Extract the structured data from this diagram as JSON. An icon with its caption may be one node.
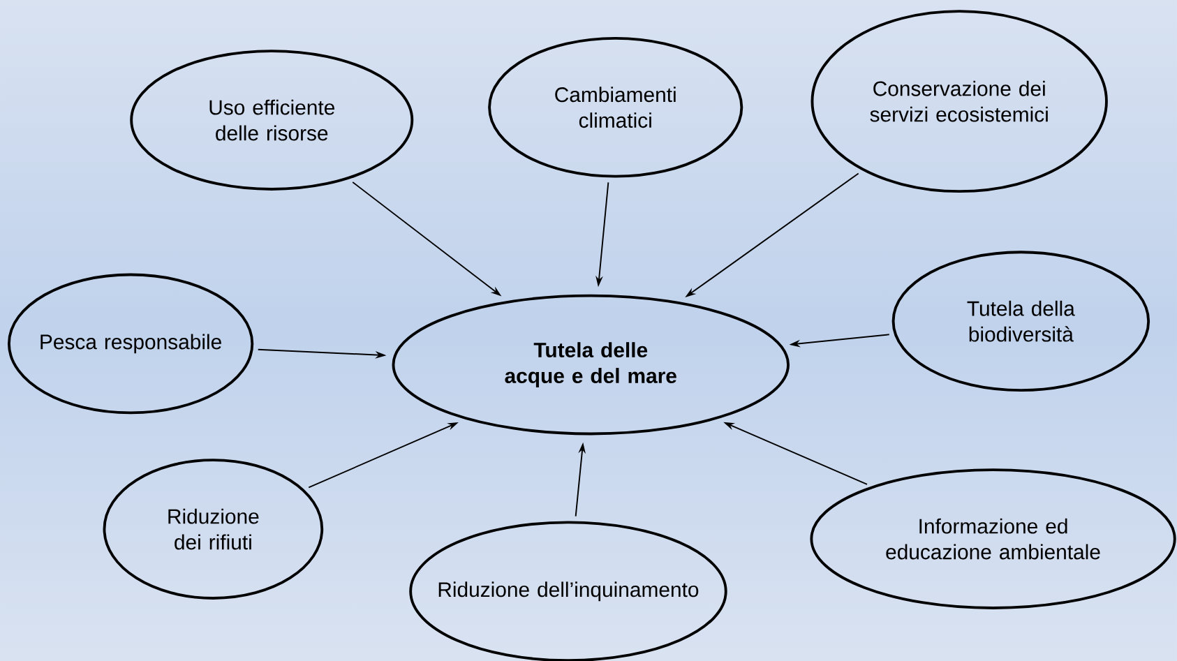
{
  "diagram": {
    "nodes": [
      {
        "text": [
          "Tutela delle acque e del mare"
        ]
      },
      {
        "text": [
          "Uso efficiente delle risorse"
        ]
      },
      {
        "text": [
          "Cambiamenti climatici"
        ]
      },
      {
        "text": [
          "Conservazione dei servizi ecosistemici"
        ]
      },
      {
        "text": [
          "Pesca responsabile"
        ]
      },
      {
        "text": [
          "Tutela della biodiversità"
        ]
      },
      {
        "text": [
          "Riduzione dei rifiuti"
        ]
      },
      {
        "text": [
          "Riduzione dell’inquinamento"
        ]
      },
      {
        "text": [
          "Informazione ed educazione ambientale"
        ]
      }
    ],
    "edges": [
      {
        "from": 1,
        "to": 0,
        "arrow": "to"
      },
      {
        "from": 2,
        "to": 0,
        "arrow": "to"
      },
      {
        "from": 3,
        "to": 0,
        "arrow": "to"
      },
      {
        "from": 4,
        "to": 0,
        "arrow": "to"
      },
      {
        "from": 5,
        "to": 0,
        "arrow": "to"
      },
      {
        "from": 6,
        "to": 0,
        "arrow": "to"
      },
      {
        "from": 7,
        "to": 0,
        "arrow": "to"
      },
      {
        "from": 8,
        "to": 0,
        "arrow": "to"
      }
    ]
  }
}
